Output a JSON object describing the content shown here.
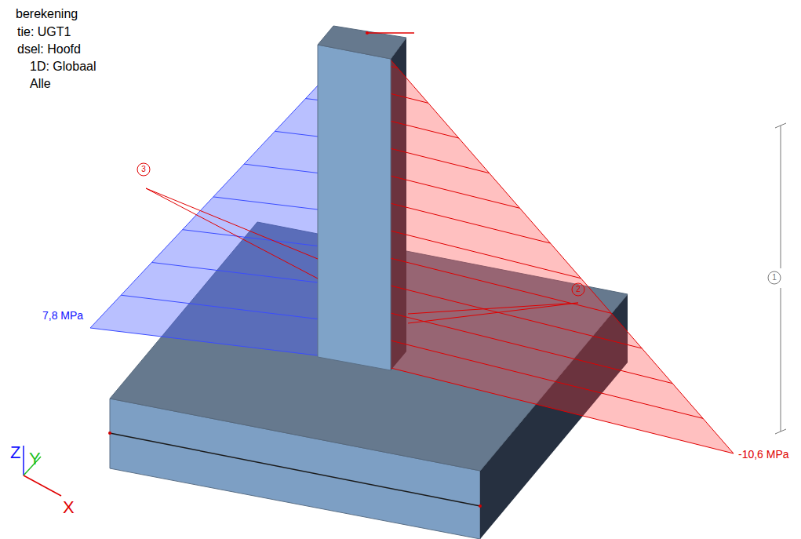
{
  "diagram": {
    "labels": [
      "berekening",
      "tie: UGT1",
      "dsel: Hoofd",
      "1D: Globaal",
      "Alle",
      "3",
      "7,8 MPa",
      "2",
      "1",
      "-10,6 MPa",
      "Z",
      "Y",
      "X"
    ]
  }
}
